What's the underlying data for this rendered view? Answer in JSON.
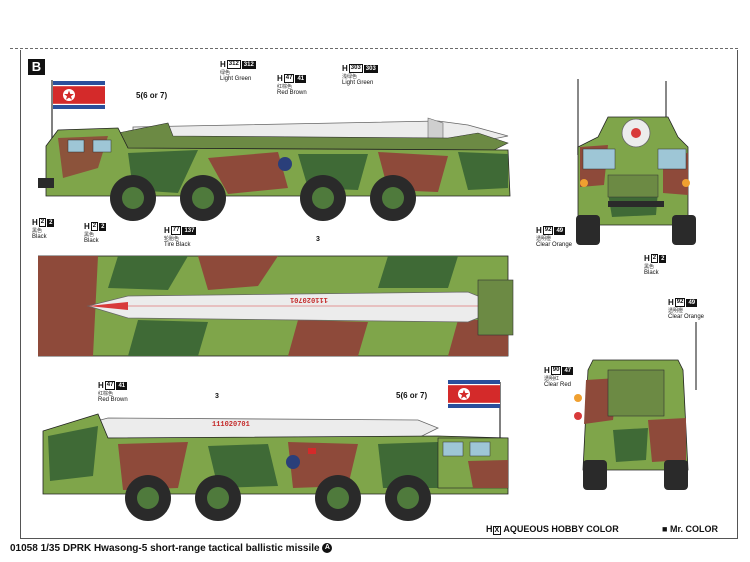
{
  "section_label": "B",
  "colors": {
    "light_green": "#7fa54a",
    "dark_green": "#3f6a36",
    "red_brown": "#8e4a3a",
    "tire_black": "#2a2a2a",
    "missile_white": "#ececec",
    "missile_red": "#d83a3a",
    "flag_red": "#d42a2a",
    "flag_blue": "#2a4f9c"
  },
  "callouts": {
    "light_green": {
      "h": "H",
      "hobby": "312",
      "mr": "312",
      "cn": "绿色",
      "label": "Light Green"
    },
    "red_brown_top": {
      "h": "H",
      "hobby": "47",
      "mr": "41",
      "cn": "红棕色",
      "label": "Red Brown"
    },
    "light_green2": {
      "h": "H",
      "hobby": "303",
      "mr": "303",
      "cn": "浅绿色",
      "label": "Light Green"
    },
    "black_1": {
      "h": "H",
      "hobby": "2",
      "mr": "2",
      "cn": "黑色",
      "label": "Black"
    },
    "black_2": {
      "h": "H",
      "hobby": "2",
      "mr": "2",
      "cn": "黑色",
      "label": "Black"
    },
    "tire_black": {
      "h": "H",
      "hobby": "77",
      "mr": "137",
      "cn": "轮胎色",
      "label": "Tire Black"
    },
    "clear_orange_front": {
      "h": "H",
      "hobby": "92",
      "mr": "49",
      "cn": "透明橙",
      "label": "Clear Orange"
    },
    "black_front": {
      "h": "H",
      "hobby": "2",
      "mr": "2",
      "cn": "黑色",
      "label": "Black"
    },
    "red_brown_left": {
      "h": "H",
      "hobby": "47",
      "mr": "41",
      "cn": "红棕色",
      "label": "Red Brown"
    },
    "clear_orange_rear": {
      "h": "H",
      "hobby": "92",
      "mr": "49",
      "cn": "透明橙",
      "label": "Clear Orange"
    },
    "clear_red_rear": {
      "h": "H",
      "hobby": "90",
      "mr": "47",
      "cn": "透明红",
      "label": "Clear Red"
    }
  },
  "flag_note_top": "5(6 or 7)",
  "flag_note_bottom": "5(6 or 7)",
  "decal_top": "3",
  "decal_bottom": "3",
  "serial_top": "111020701",
  "serial_bottom": "111020701",
  "legend": {
    "hobby_key": "H",
    "hobby_key_box": "X",
    "hobby_label": "AQUEOUS HOBBY COLOR",
    "mr_key": "■",
    "mr_label": "Mr. COLOR"
  },
  "footer": {
    "code": "01058",
    "scale": "1/35",
    "title": "DPRK Hwasong-5 short-range tactical ballistic missile",
    "mark": "A"
  }
}
